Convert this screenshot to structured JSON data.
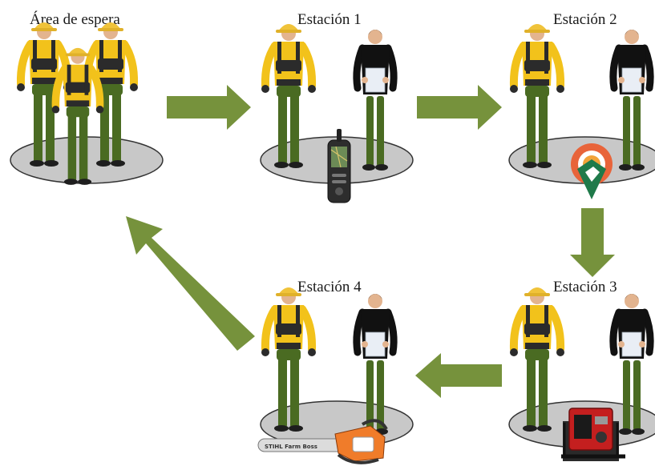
{
  "stations": [
    {
      "id": "waiting",
      "label": "Área de espera",
      "people": "3 crew members in yellow shirts and helmets",
      "equipment": null
    },
    {
      "id": "s1",
      "label": "Estación 1",
      "equipment": "gps-device-icon"
    },
    {
      "id": "s2",
      "label": "Estación 2",
      "equipment": "map-app-logo-icon"
    },
    {
      "id": "s3",
      "label": "Estación 3",
      "equipment": "portable-pump-icon"
    },
    {
      "id": "s4",
      "label": "Estación 4",
      "equipment": "chainsaw-icon"
    }
  ],
  "flow": [
    "waiting",
    "s1",
    "s2",
    "s3",
    "s4",
    "waiting"
  ],
  "colors": {
    "arrow": "#76923c",
    "shirt": "#f2c21b",
    "helmet": "#f0c33a",
    "pants": "#4a6b22",
    "harness": "#2b2b2b",
    "platform": "#c8c8c8",
    "instructor_shirt": "#111111",
    "paper": "#e9eef5"
  },
  "chainsaw_brand_text": "STIHL Farm Boss"
}
